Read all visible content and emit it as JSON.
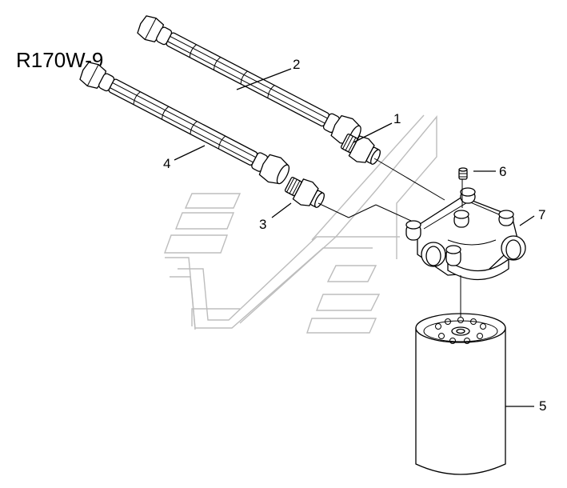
{
  "diagram": {
    "model_label": "R170W-9",
    "callouts": [
      {
        "id": "1",
        "label": "1"
      },
      {
        "id": "2",
        "label": "2"
      },
      {
        "id": "3",
        "label": "3"
      },
      {
        "id": "4",
        "label": "4"
      },
      {
        "id": "5",
        "label": "5"
      },
      {
        "id": "6",
        "label": "6"
      },
      {
        "id": "7",
        "label": "7"
      }
    ],
    "colors": {
      "line": "#000000",
      "watermark": "#bdbdbd",
      "background": "#ffffff"
    }
  }
}
